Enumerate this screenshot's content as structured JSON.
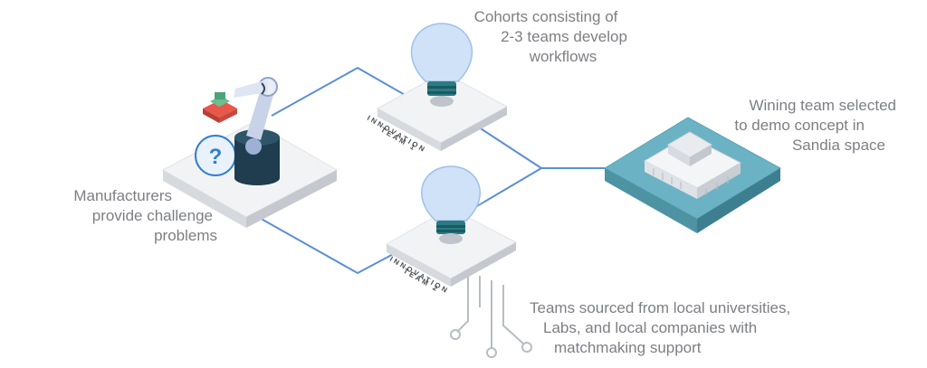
{
  "captions": {
    "cohorts": [
      "Cohorts consisting of",
      "2-3 teams develop",
      "workflows"
    ],
    "winning": [
      "Wining team selected",
      "to demo concept in",
      "Sandia space"
    ],
    "manufacturers": [
      "Manufacturers",
      "provide challenge",
      "problems"
    ],
    "teams": [
      "Teams sourced from local universities,",
      "Labs, and local companies with",
      "matchmaking support"
    ]
  },
  "teams": [
    {
      "label": [
        "INNOVATION",
        "TEAM 1"
      ]
    },
    {
      "label": [
        "INNOVATION",
        "TEAM 2"
      ]
    }
  ],
  "colors": {
    "connector": "#5b8fd6",
    "tile": "#f2f3f5",
    "tile_edge": "#c9ccd2",
    "bulb": "#cfe2f7",
    "bulb_base": "#2b7b83",
    "destination_tile": "#6bb3c4",
    "question_bubble": "#2f7fd0",
    "robot_base": "#1f3d4e",
    "circuit": "#b8bcc4"
  }
}
